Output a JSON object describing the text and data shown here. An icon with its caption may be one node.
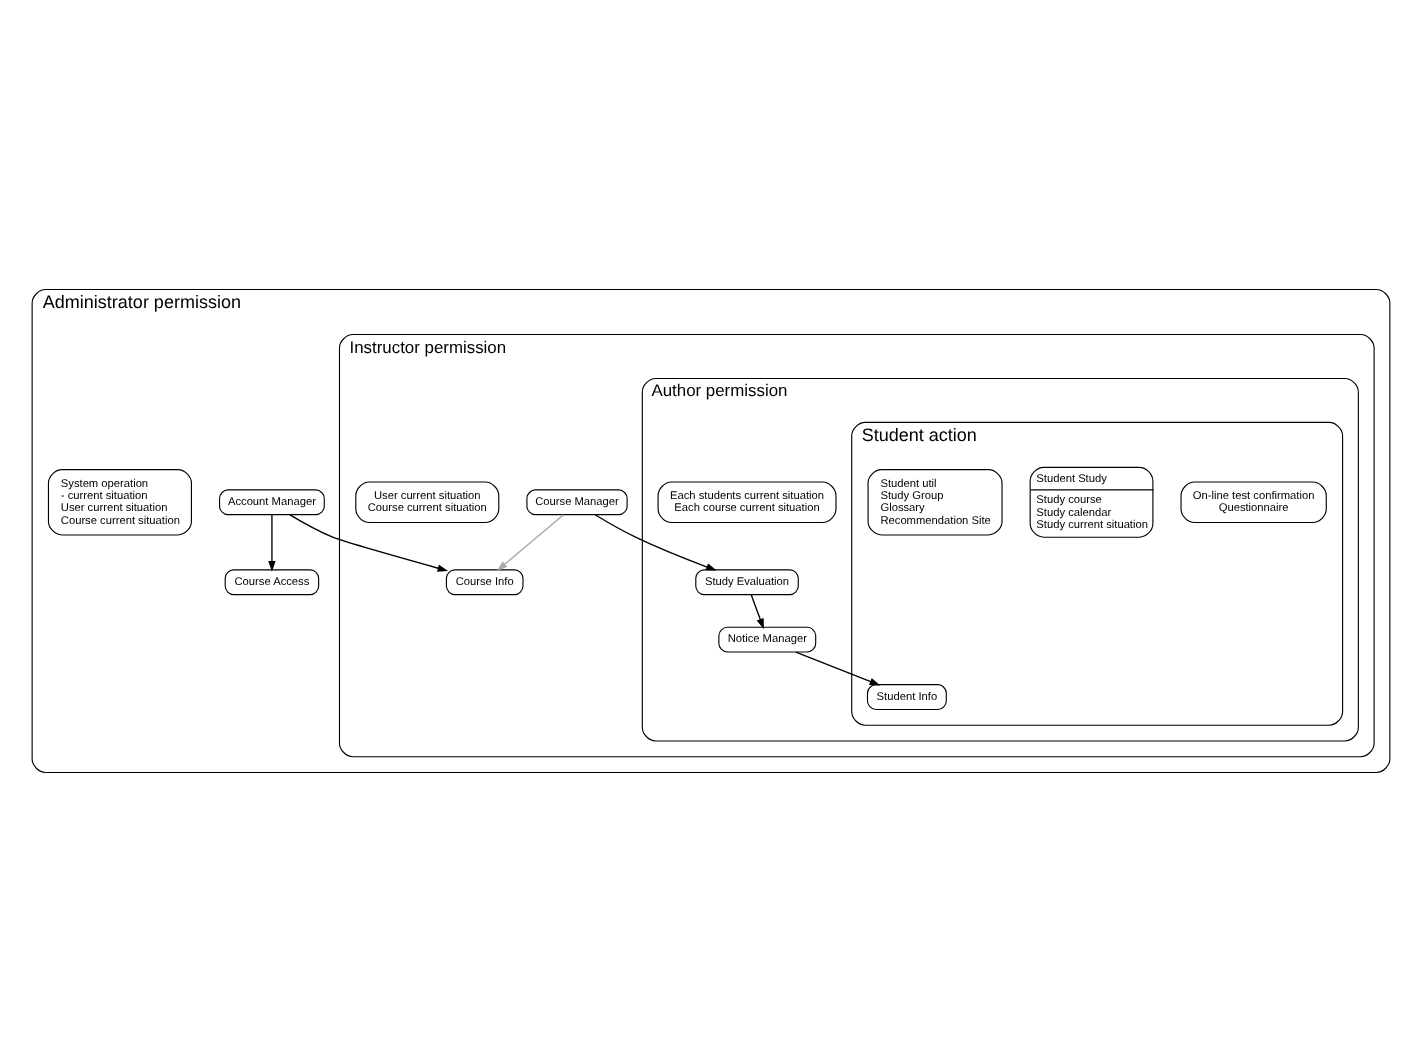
{
  "diagram": {
    "nodes": [
      {
        "text": [
          "Administrator permission"
        ]
      },
      {
        "text": [
          "Account Manager"
        ],
        "in": 0
      },
      {
        "text": [
          "Course Access"
        ],
        "in": 0
      },
      {
        "text": [
          "System operation",
          "- current situation",
          "User current situation",
          "Course current situation"
        ],
        "in": 0
      },
      {
        "text": [
          "Instructor permission"
        ],
        "in": 0
      },
      {
        "text": [
          "Course Manager"
        ],
        "in": 4
      },
      {
        "text": [
          "Course Info"
        ],
        "in": 4
      },
      {
        "text": [
          "User current situation",
          "Course current situation"
        ],
        "in": 4
      },
      {
        "text": [
          "Author permission"
        ],
        "in": 4
      },
      {
        "text": [
          "Study Evaluation"
        ],
        "in": 8
      },
      {
        "text": [
          "Each students current situation",
          "Each course current situation"
        ],
        "in": 8
      },
      {
        "text": [
          "Notice Manager"
        ],
        "in": 8
      },
      {
        "text": [
          "Student action"
        ],
        "in": 8
      },
      {
        "text": [
          "Student Info"
        ],
        "in": 12
      },
      {
        "text": [
          "On-line test confirmation",
          "Questionnaire"
        ],
        "in": 12
      },
      {
        "text": [
          "Student Study",
          "Study course",
          "Study calendar",
          "Study current situation"
        ],
        "in": 12
      },
      {
        "text": [
          "Student util",
          "Study Group",
          "Glossary",
          "Recommendation Site"
        ],
        "in": 12
      }
    ],
    "edges": [
      {
        "from": 1,
        "to": 2,
        "arrow": "to"
      },
      {
        "from": 1,
        "to": 6,
        "arrow": "to"
      },
      {
        "from": 5,
        "to": 9,
        "arrow": "to"
      },
      {
        "from": 5,
        "to": 6,
        "arrow": "to",
        "color": "#aaaaaa"
      },
      {
        "from": 9,
        "to": 11,
        "arrow": "to"
      },
      {
        "from": 11,
        "to": 13,
        "arrow": "to"
      }
    ]
  }
}
